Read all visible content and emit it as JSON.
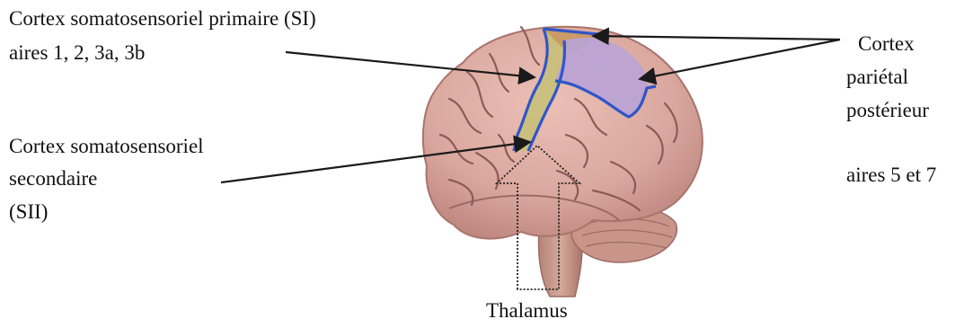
{
  "labels": {
    "si_line1": "Cortex somatosensoriel primaire (SI)",
    "si_line2": "aires 1, 2, 3a, 3b",
    "sii_line1": "Cortex somatosensoriel",
    "sii_line2": "secondaire",
    "sii_line3": "(SII)",
    "ppc_line1": "Cortex",
    "ppc_line2": "pariétal",
    "ppc_line3": "postérieur",
    "ppc_areas": "aires 5 et 7",
    "thalamus": "Thalamus"
  },
  "colors": {
    "brain": "#d9a79e",
    "brain_shadow": "#b77f78",
    "sulcus": "#8e5a58",
    "si_region": "#c8c07a",
    "ppc_region": "#b9a3d6",
    "si_top": "#c9975c",
    "boundary": "#2f56c9",
    "arrow": "#1a1a1a"
  }
}
